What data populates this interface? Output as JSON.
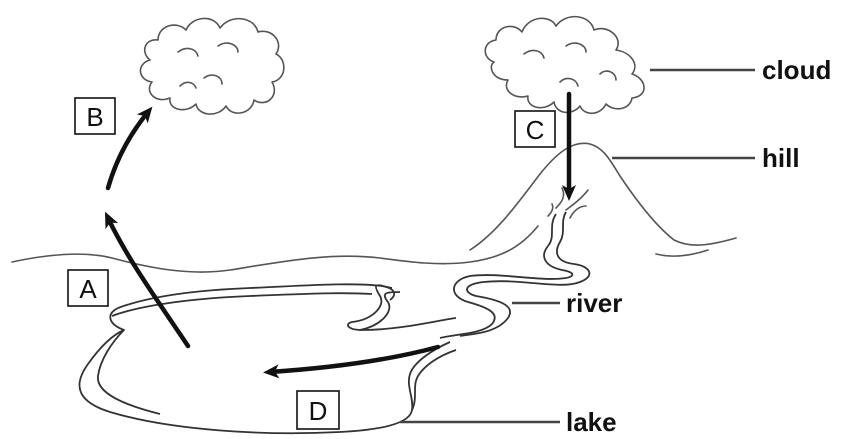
{
  "diagram": {
    "labels": {
      "cloud": "cloud",
      "hill": "hill",
      "river": "river",
      "lake": "lake"
    },
    "boxes": {
      "a": "A",
      "b": "B",
      "c": "C",
      "d": "D"
    },
    "colors": {
      "line": "#555555",
      "arrow": "#111111",
      "background": "#ffffff"
    }
  }
}
